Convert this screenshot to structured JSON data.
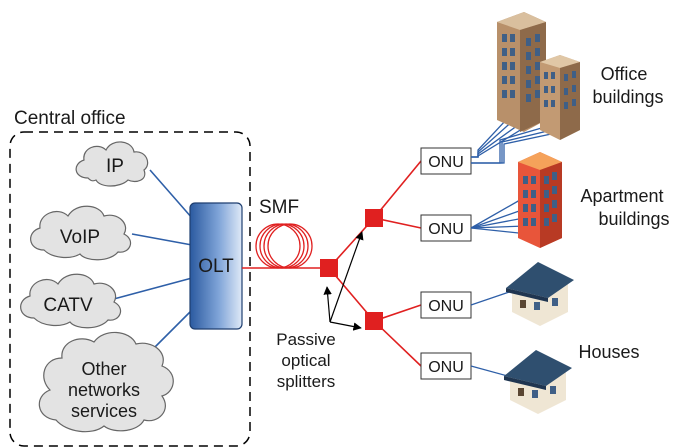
{
  "central_office": {
    "title": "Central office",
    "services": [
      "IP",
      "VoIP",
      "CATV"
    ],
    "other_services": [
      "Other",
      "networks",
      "services"
    ]
  },
  "olt": {
    "label": "OLT"
  },
  "fiber": {
    "label": "SMF"
  },
  "splitter_label": [
    "Passive",
    "optical",
    "splitters"
  ],
  "onu": {
    "label": "ONU"
  },
  "destinations": {
    "office": [
      "Office",
      "buildings"
    ],
    "apartment": [
      "Apartment",
      "buildings"
    ],
    "houses": [
      "Houses"
    ]
  },
  "colors": {
    "fiber_red": "#e02020",
    "service_link_blue": "#2e5fa8",
    "olt_blue": "#4a7cc2",
    "cloud_fill": "#e3e3e3",
    "office_building": "#c9a27a",
    "apartment_building": "#ef5a3c",
    "house_roof": "#2f4f6f"
  }
}
